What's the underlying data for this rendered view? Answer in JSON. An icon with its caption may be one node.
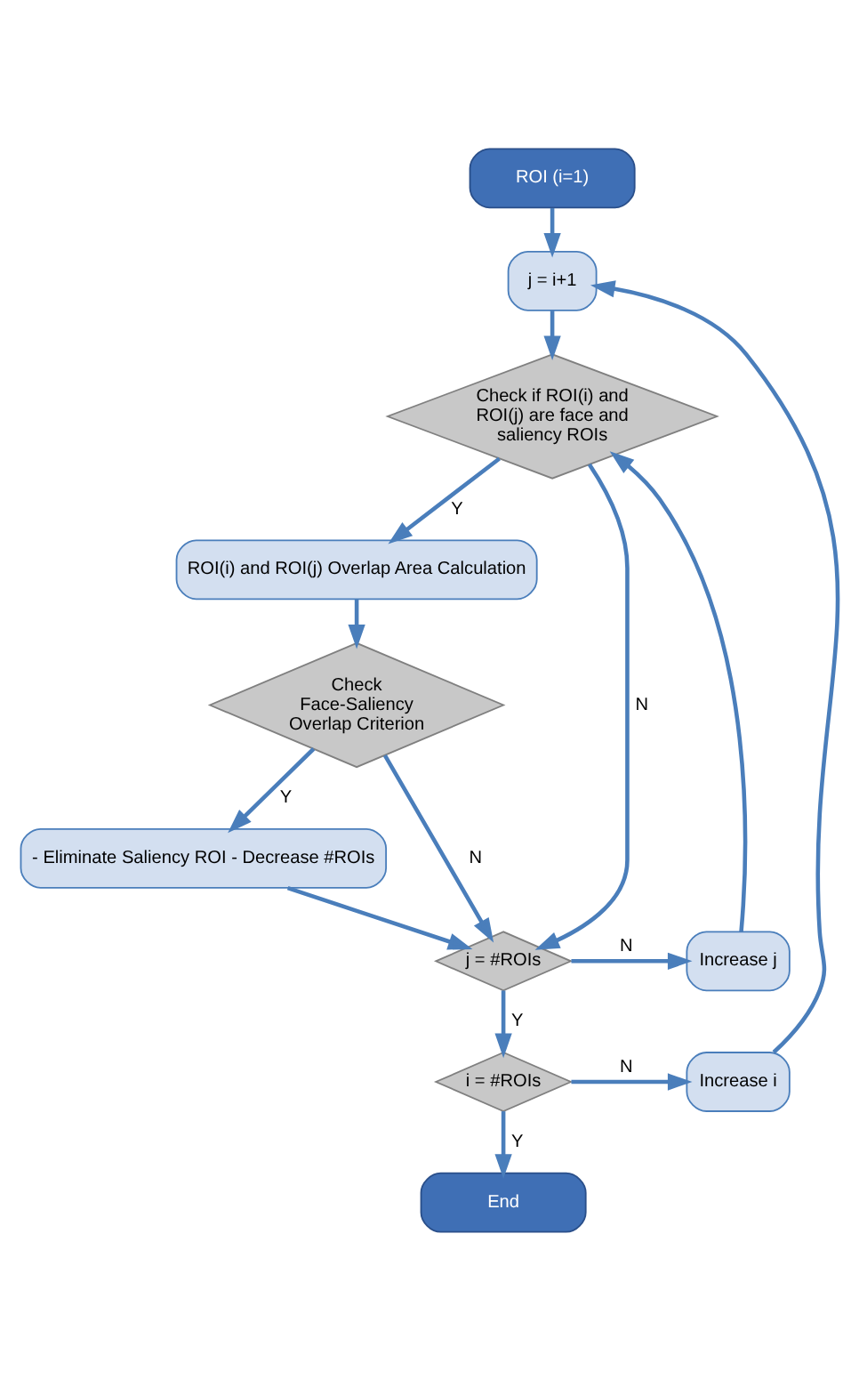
{
  "diagram": {
    "nodes": [
      {
        "text": [
          "ROI (i=1)"
        ]
      },
      {
        "text": [
          "j = i+1"
        ]
      },
      {
        "text": [
          "Check if ROI(i) and ROI(j) are face and saliency ROIs"
        ]
      },
      {
        "text": [
          "ROI(i) and ROI(j) Overlap Area Calculation"
        ]
      },
      {
        "text": [
          "Check Face-Saliency Overlap Criterion"
        ]
      },
      {
        "text": [
          "- Eliminate Saliency ROI - Decrease #ROIs"
        ]
      },
      {
        "text": [
          "j = #ROIs"
        ]
      },
      {
        "text": [
          "Increase j"
        ]
      },
      {
        "text": [
          "i = #ROIs"
        ]
      },
      {
        "text": [
          "Increase i"
        ]
      },
      {
        "text": [
          "End"
        ]
      }
    ],
    "edges": [
      {
        "from": 0,
        "to": 1,
        "arrow": "to"
      },
      {
        "from": 1,
        "to": 2,
        "arrow": "to"
      },
      {
        "from": 2,
        "to": 3,
        "arrow": "to",
        "label": "Y"
      },
      {
        "from": 3,
        "to": 4,
        "arrow": "to"
      },
      {
        "from": 4,
        "to": 5,
        "arrow": "to",
        "label": "Y"
      },
      {
        "from": 4,
        "to": 6,
        "arrow": "to",
        "label": "N"
      },
      {
        "from": 2,
        "to": 6,
        "arrow": "to",
        "label": "N"
      },
      {
        "from": 5,
        "to": 6,
        "arrow": "to"
      },
      {
        "from": 6,
        "to": 7,
        "arrow": "to",
        "label": "N"
      },
      {
        "from": 7,
        "to": 2,
        "arrow": "to"
      },
      {
        "from": 6,
        "to": 8,
        "arrow": "to",
        "label": "Y"
      },
      {
        "from": 8,
        "to": 9,
        "arrow": "to",
        "label": "N"
      },
      {
        "from": 9,
        "to": 1,
        "arrow": "to"
      },
      {
        "from": 8,
        "to": 10,
        "arrow": "to",
        "label": "Y"
      }
    ]
  }
}
